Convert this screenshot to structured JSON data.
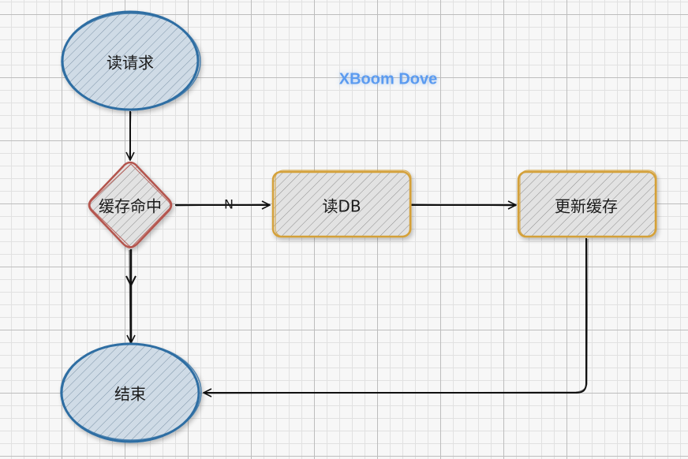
{
  "watermark": "XBoom Dove",
  "colors": {
    "ellipse_stroke": "#2f6ea3",
    "ellipse_fill": "#cfdbe6",
    "diamond_stroke": "#b4544e",
    "diamond_fill": "#e0dede",
    "rect_stroke": "#d4a13a",
    "rect_fill": "#e4e4e4",
    "edge": "#111111",
    "watermark": "#5b9bf0"
  },
  "nodes": {
    "start": {
      "label": "读请求",
      "shape": "ellipse"
    },
    "decision": {
      "label": "缓存命中",
      "shape": "diamond"
    },
    "read_db": {
      "label": "读DB",
      "shape": "rectangle"
    },
    "update_cache": {
      "label": "更新缓存",
      "shape": "rectangle"
    },
    "end": {
      "label": "结束",
      "shape": "ellipse"
    }
  },
  "edges": [
    {
      "from": "start",
      "to": "decision",
      "label": ""
    },
    {
      "from": "decision",
      "to": "read_db",
      "label": "N"
    },
    {
      "from": "read_db",
      "to": "update_cache",
      "label": ""
    },
    {
      "from": "decision",
      "to": "end",
      "label": ""
    },
    {
      "from": "update_cache",
      "to": "end",
      "label": ""
    }
  ]
}
